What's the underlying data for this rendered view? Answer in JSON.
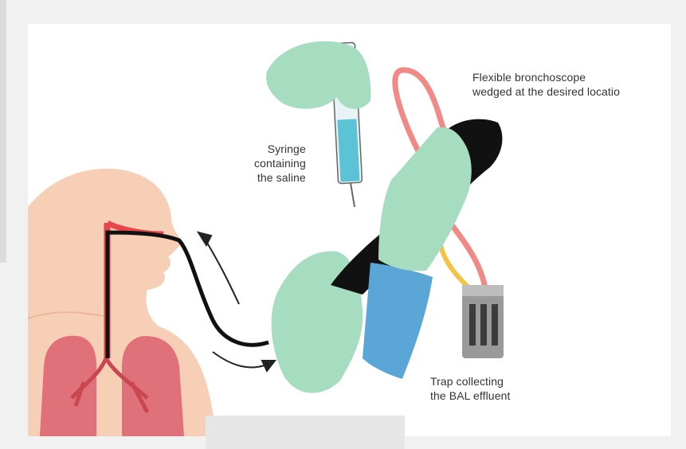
{
  "labels": {
    "bronchoscope": {
      "line1": "Flexible bronchoscope",
      "line2": "wedged at the desired locatio"
    },
    "syringe": {
      "line1": "Syringe",
      "line2": "containing",
      "line3": "the saline"
    },
    "trap": {
      "line1": "Trap collecting",
      "line2": "the BAL effluent"
    }
  },
  "colors": {
    "skin": "#f7cfb6",
    "glove": "#a6dcc0",
    "sleeve": "#5aa6d6",
    "lungs": "#e0707a",
    "scope": "#111111",
    "tube_red": "#f08a86",
    "tube_yellow": "#f4c244",
    "saline": "#5cc3d6",
    "trap": "#9a9a9a"
  },
  "icons": [
    "arrow-icon",
    "syringe-icon",
    "trap-icon"
  ]
}
